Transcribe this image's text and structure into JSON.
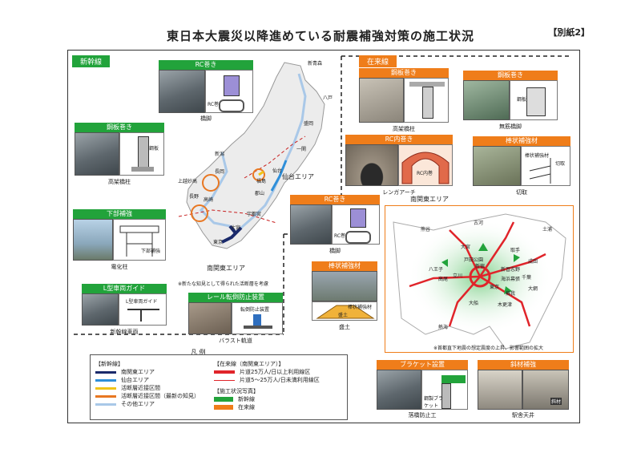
{
  "title": "東日本大震災以降進めている耐震補強対策の施工状況",
  "attachment": "【別紙2】",
  "shinkansen": {
    "label": "新幹線",
    "rc_wrap": {
      "title": "RC巻き",
      "caption": "橋脚",
      "sketch_label": "RC巻"
    },
    "steel_wrap": {
      "title": "鋼板巻き",
      "caption": "高架橋柱",
      "sketch_label": "鋼板"
    },
    "lower_reinforce": {
      "title": "下部補強",
      "caption": "電化柱",
      "sketch_label": "下部補強"
    },
    "l_guide": {
      "title": "L型車両ガイド",
      "caption": "新幹線車両",
      "sketch_label": "L型車両ガイド"
    },
    "rail_prevent": {
      "title": "レール転倒防止装置",
      "caption": "バラスト軌道",
      "sketch_label": "転倒防止装置"
    }
  },
  "map": {
    "stations": [
      "新青森",
      "八戸",
      "盛岡",
      "一関",
      "仙台",
      "福島",
      "郡山",
      "宇都宮",
      "大宮",
      "東京",
      "高崎",
      "長岡",
      "新潟",
      "上越妙高",
      "長野"
    ],
    "sendai_area": "仙台エリア",
    "minami_kanto_area": "南関東エリア",
    "note": "※新たな知見として得られた活断層を考慮"
  },
  "zairai": {
    "label": "在来線",
    "steel_wrap1": {
      "title": "鋼板巻き",
      "caption": "高架橋柱"
    },
    "steel_wrap2": {
      "title": "鋼板巻き",
      "caption": "無筋橋脚",
      "sketch_label": "鋼板"
    },
    "rc_inner": {
      "title": "RC内巻き",
      "caption": "レンガアーチ",
      "sketch_label": "RC内巻"
    },
    "rod_reinforce1": {
      "title": "棒状補強材",
      "caption": "切取",
      "sketch_label": "棒状補強材",
      "sketch_label2": "切取"
    },
    "rc_wrap": {
      "title": "RC巻き",
      "caption": "橋脚",
      "sketch_label": "RC巻"
    },
    "rod_reinforce2": {
      "title": "棒状補強材",
      "caption": "盛土",
      "sketch_label": "棒状補強材",
      "sketch_label2": "盛土"
    },
    "bracket": {
      "title": "ブラケット設置",
      "caption": "落橋防止工",
      "sketch_label": "鋼製ブラケット"
    },
    "diagonal": {
      "title": "斜材補強",
      "caption": "駅舎天井",
      "sketch_label": "斜材"
    }
  },
  "kanto_map": {
    "title": "南関東エリア",
    "places": [
      "古河",
      "土浦",
      "熊谷",
      "大宮",
      "取手",
      "戸田公園",
      "新習志野",
      "成田",
      "八王子",
      "立川",
      "新宿",
      "東京",
      "千葉",
      "海浜幕張",
      "大網",
      "蘇我",
      "木更津",
      "高尾",
      "大船",
      "熱海"
    ],
    "note": "※首都直下地震の想定震度の上昇、影響範囲の拡大"
  },
  "legend": {
    "title": "凡 例",
    "shinkansen_head": "【新幹線】",
    "shinkansen_items": [
      {
        "label": "南関東エリア",
        "color": "#1a2a6b"
      },
      {
        "label": "仙台エリア",
        "color": "#2f8fd9"
      },
      {
        "label": "活断層近接区間",
        "color": "#f0c419"
      },
      {
        "label": "活断層近接区間（最新の知見）",
        "color": "#e87722"
      },
      {
        "label": "その他エリア",
        "color": "#a9c8e8"
      }
    ],
    "zairai_head": "【在来線（南関東エリア）】",
    "zairai_items": [
      {
        "label": "片道25万人/日以上利用線区",
        "color": "#e0242a"
      },
      {
        "label": "片道5～25万人/日未満利用線区",
        "color": "#e0242a"
      }
    ],
    "photo_head": "【施工状況写真】",
    "photo_items": [
      {
        "label": "新幹線",
        "color": "#22a33b"
      },
      {
        "label": "在来線",
        "color": "#ef7d1a"
      }
    ]
  }
}
